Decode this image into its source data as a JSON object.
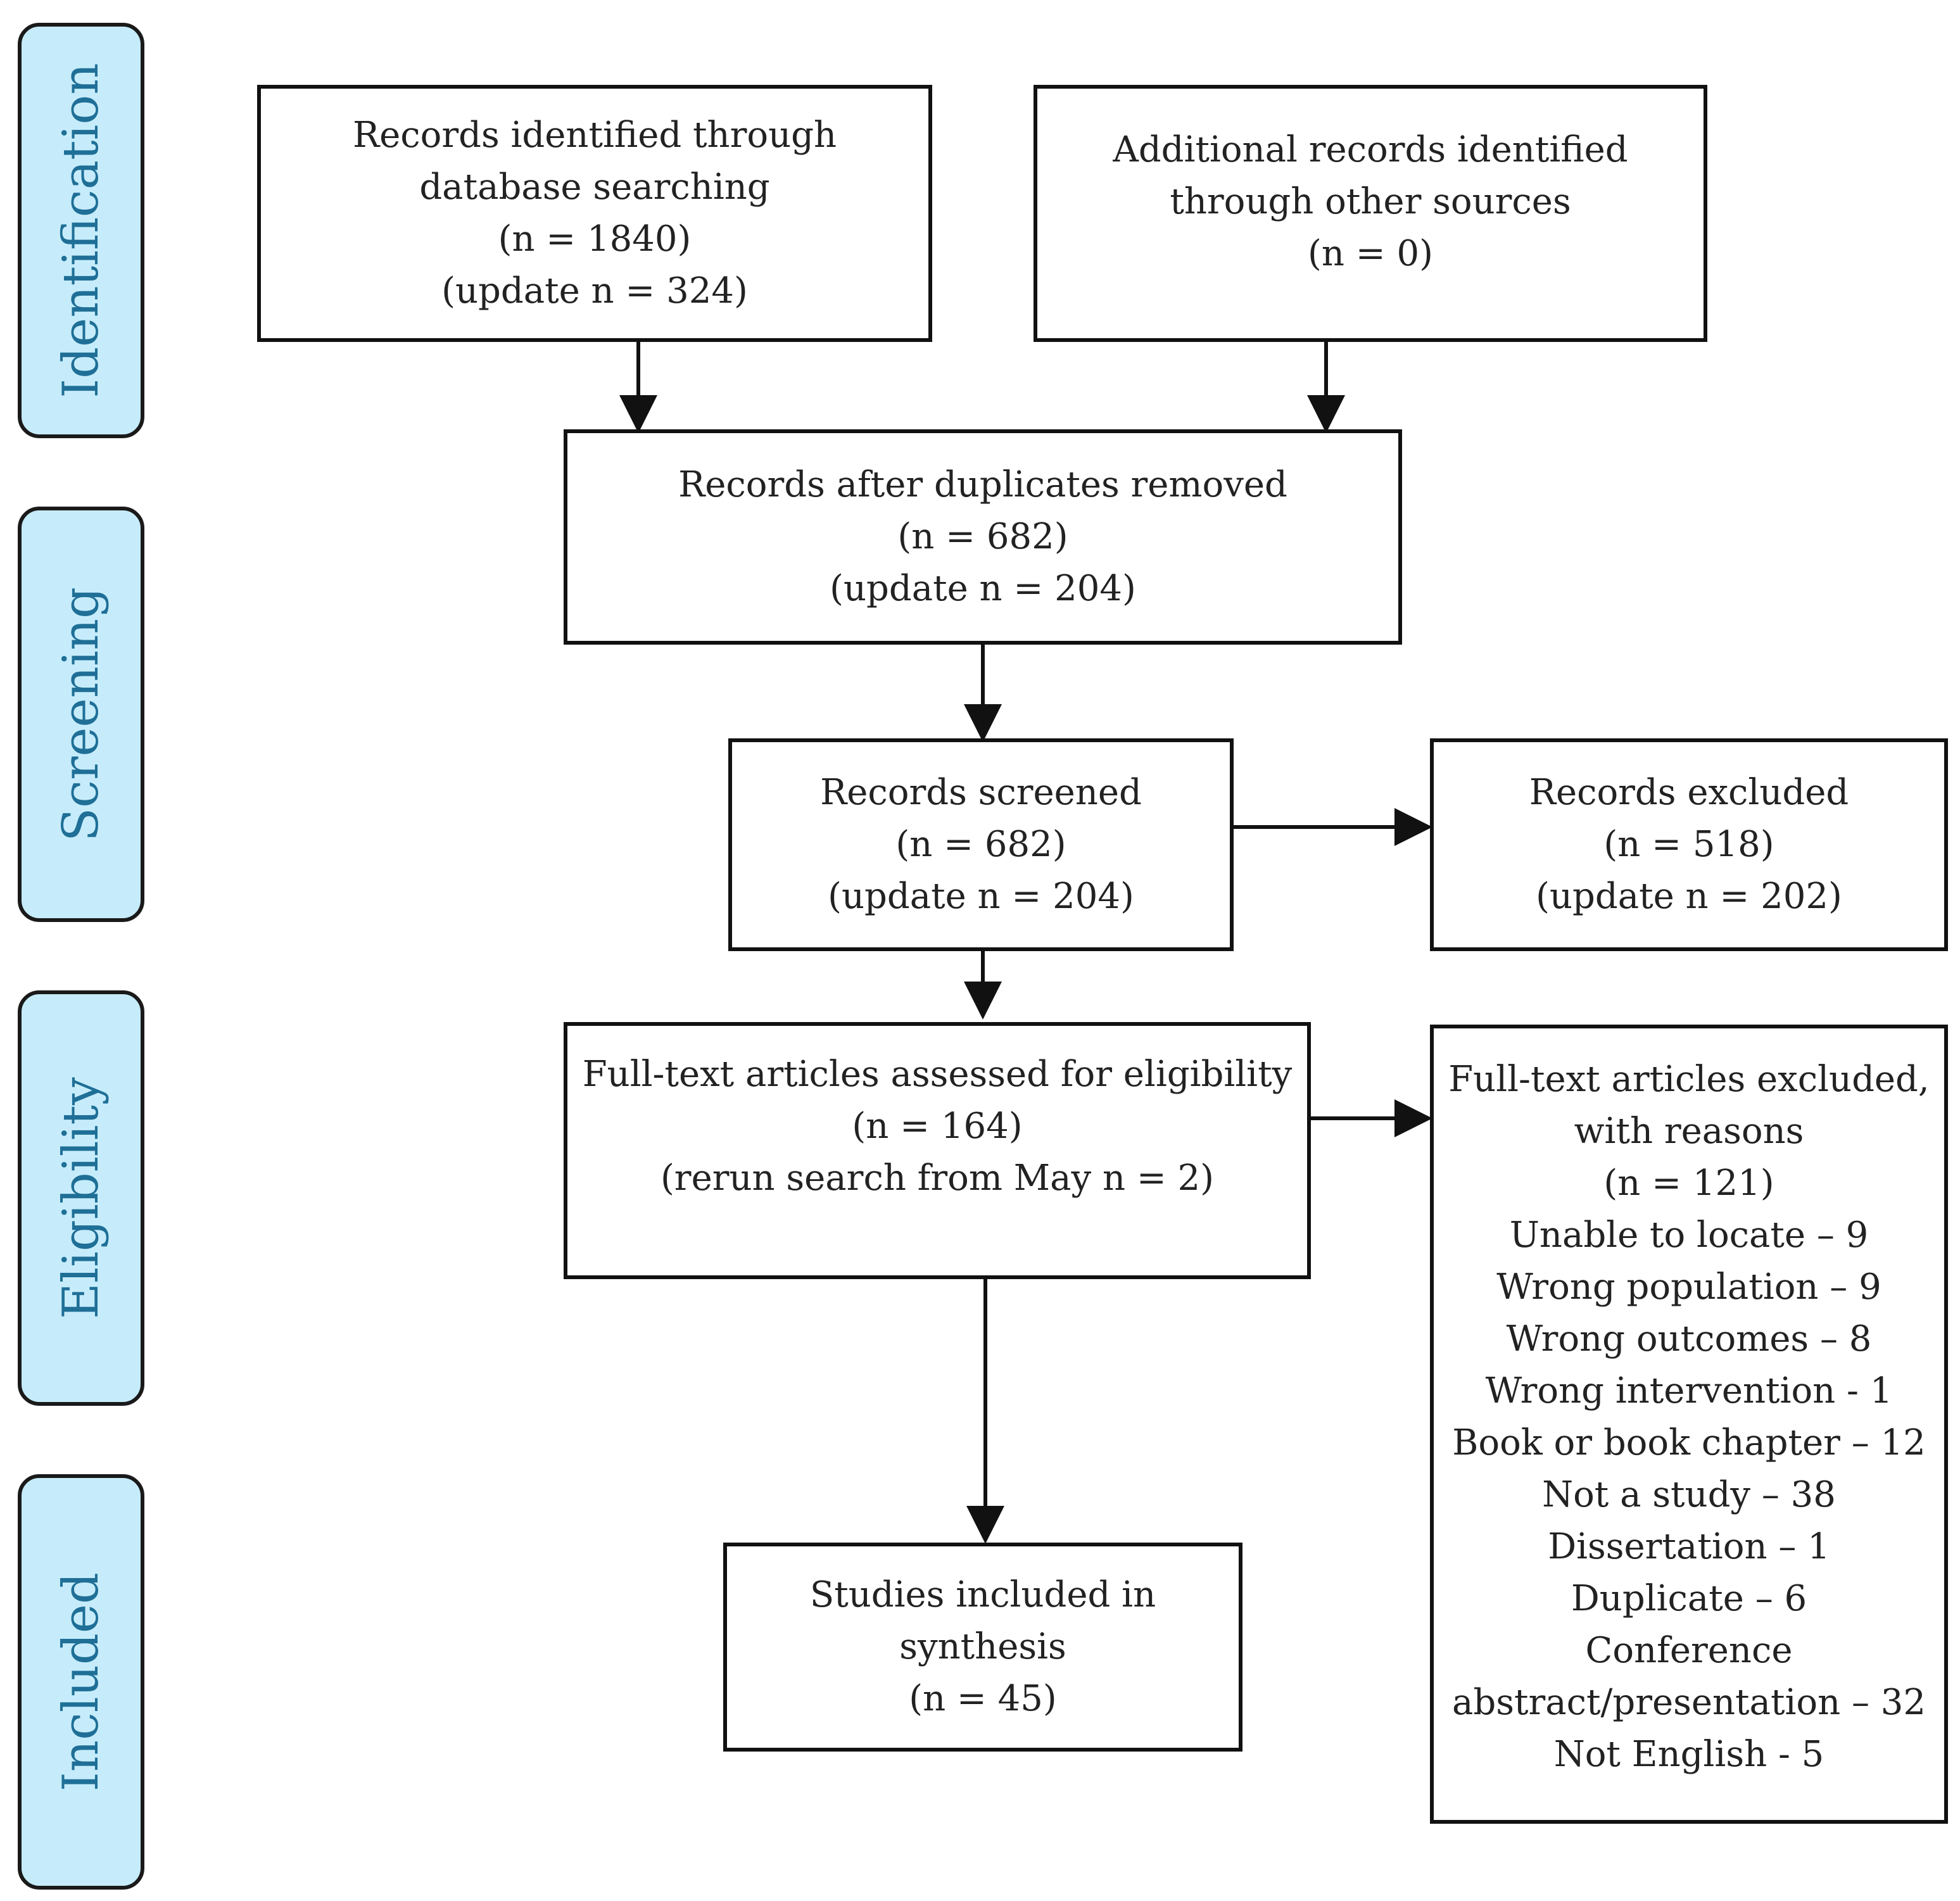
{
  "phases": [
    {
      "id": "identification",
      "label": "Identification"
    },
    {
      "id": "screening",
      "label": "Screening"
    },
    {
      "id": "eligibility",
      "label": "Eligibility"
    },
    {
      "id": "included",
      "label": "Included"
    }
  ],
  "boxes": {
    "database_search": {
      "lines": [
        "Records identified through",
        "database searching",
        "(n = 1840)",
        "(update n = 324)"
      ]
    },
    "other_sources": {
      "lines": [
        "Additional records identified",
        "through other sources",
        "(n = 0)"
      ]
    },
    "duplicates_removed": {
      "lines": [
        "Records after duplicates removed",
        "(n =  682)",
        "(update n = 204)"
      ]
    },
    "screened": {
      "lines": [
        "Records screened",
        "(n =  682)",
        "(update n = 204)"
      ]
    },
    "excluded": {
      "lines": [
        "Records excluded",
        "(n =  518)",
        "(update n = 202)"
      ]
    },
    "full_text_assessed": {
      "lines": [
        "Full-text articles assessed for eligibility",
        "(n = 164)",
        "(rerun search  from May  n = 2)"
      ]
    },
    "full_text_excluded": {
      "lines": [
        "Full-text articles excluded,",
        "with reasons",
        "(n = 121)",
        "Unable to locate – 9",
        "Wrong population – 9",
        "Wrong outcomes – 8",
        "Wrong intervention - 1",
        "Book or book chapter – 12",
        "Not a study – 38",
        "Dissertation – 1",
        "Duplicate – 6",
        "Conference",
        "abstract/presentation – 32",
        "Not English - 5"
      ]
    },
    "included_synthesis": {
      "lines": [
        "Studies included in",
        "synthesis",
        "(n =  45)"
      ]
    }
  },
  "colors": {
    "phase_fill": "#c6ecfb",
    "phase_text": "#1f6f97",
    "border": "#111111",
    "text": "#222222"
  }
}
